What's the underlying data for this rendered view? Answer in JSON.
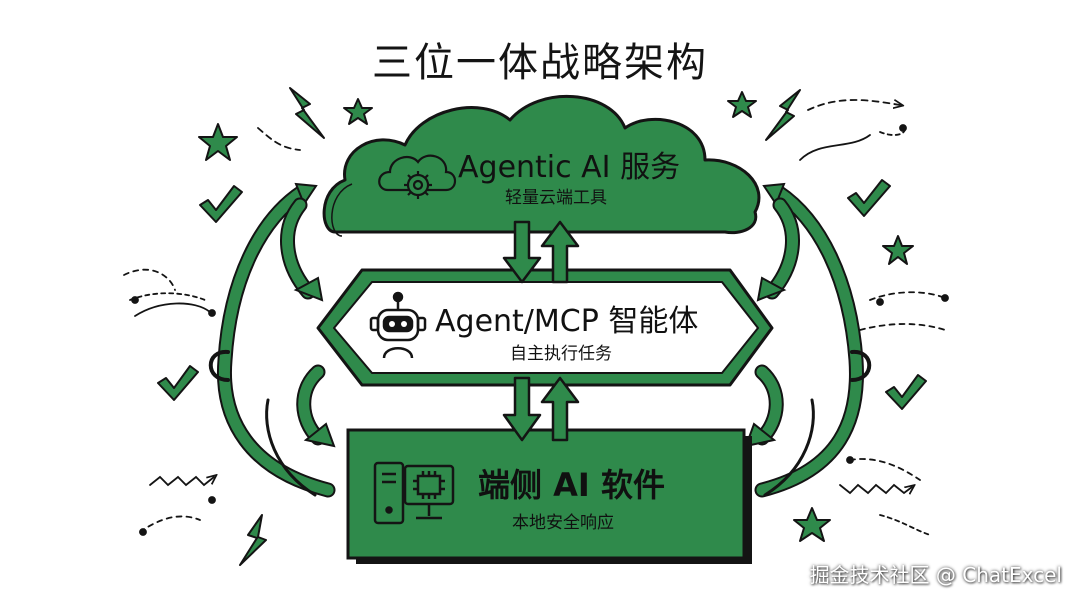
{
  "title": "三位一体战略架构",
  "tiers": {
    "cloud": {
      "title": "Agentic AI 服务",
      "subtitle": "轻量云端工具",
      "icon": "cloud-gear-icon"
    },
    "agent": {
      "title": "Agent/MCP 智能体",
      "subtitle": "自主执行任务",
      "icon": "robot-icon"
    },
    "edge": {
      "title": "端侧 AI 软件",
      "subtitle": "本地安全响应",
      "icon": "computer-chip-icon"
    }
  },
  "watermark": "掘金技术社区 @ ChatExcel",
  "colors": {
    "green": "#2f8a4b",
    "light_green": "#a9d7b1",
    "ink": "#141414",
    "background": "#ffffff"
  }
}
